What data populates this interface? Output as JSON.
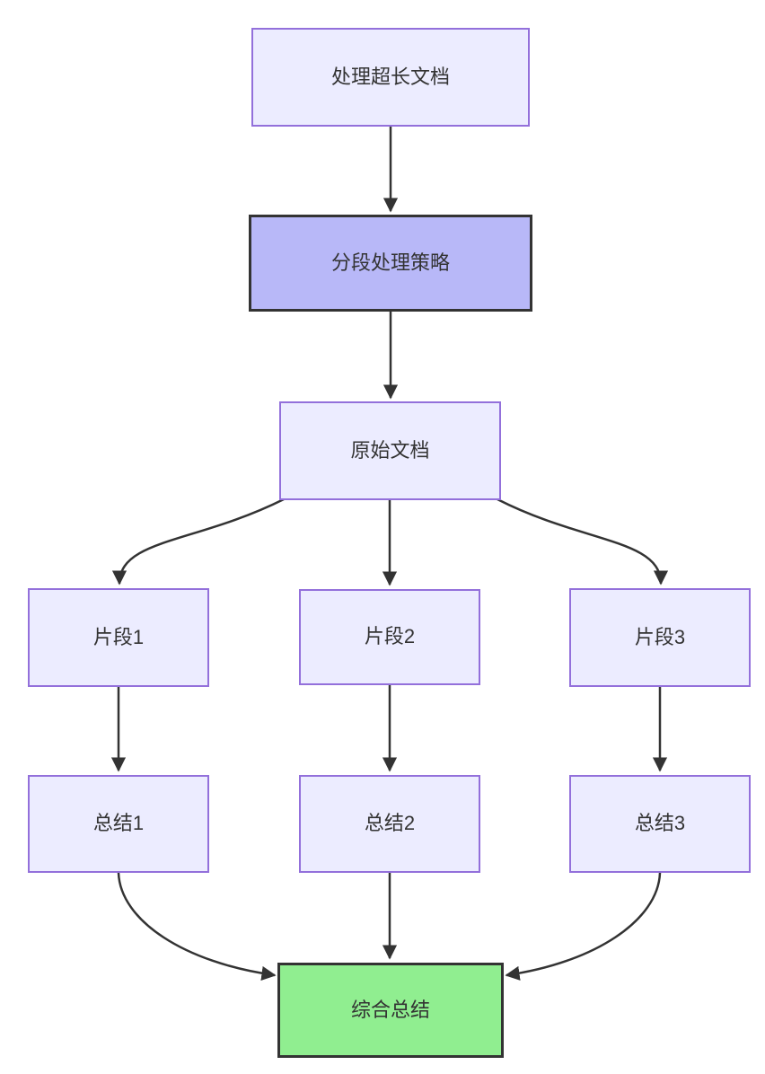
{
  "diagram": {
    "type": "flowchart",
    "direction": "top-down",
    "nodes": [
      {
        "id": "A",
        "label": "处理超长文档",
        "style": "default"
      },
      {
        "id": "B",
        "label": "分段处理策略",
        "style": "highlight-purple"
      },
      {
        "id": "C",
        "label": "原始文档",
        "style": "default"
      },
      {
        "id": "D1",
        "label": "片段1",
        "style": "default"
      },
      {
        "id": "D2",
        "label": "片段2",
        "style": "default"
      },
      {
        "id": "D3",
        "label": "片段3",
        "style": "default"
      },
      {
        "id": "E1",
        "label": "总结1",
        "style": "default"
      },
      {
        "id": "E2",
        "label": "总结2",
        "style": "default"
      },
      {
        "id": "E3",
        "label": "总结3",
        "style": "default"
      },
      {
        "id": "F",
        "label": "综合总结",
        "style": "highlight-green"
      }
    ],
    "edges": [
      {
        "from": "A",
        "to": "B"
      },
      {
        "from": "B",
        "to": "C"
      },
      {
        "from": "C",
        "to": "D1"
      },
      {
        "from": "C",
        "to": "D2"
      },
      {
        "from": "C",
        "to": "D3"
      },
      {
        "from": "D1",
        "to": "E1"
      },
      {
        "from": "D2",
        "to": "E2"
      },
      {
        "from": "D3",
        "to": "E3"
      },
      {
        "from": "E1",
        "to": "F"
      },
      {
        "from": "E2",
        "to": "F"
      },
      {
        "from": "E3",
        "to": "F"
      }
    ],
    "colors": {
      "node_fill": "#ECECFF",
      "node_border": "#9370DB",
      "highlight_fill": "#B8B8F8",
      "final_fill": "#90EE90",
      "dark_border": "#333333",
      "edge": "#333333",
      "text": "#333333",
      "background": "#FFFFFF"
    }
  }
}
